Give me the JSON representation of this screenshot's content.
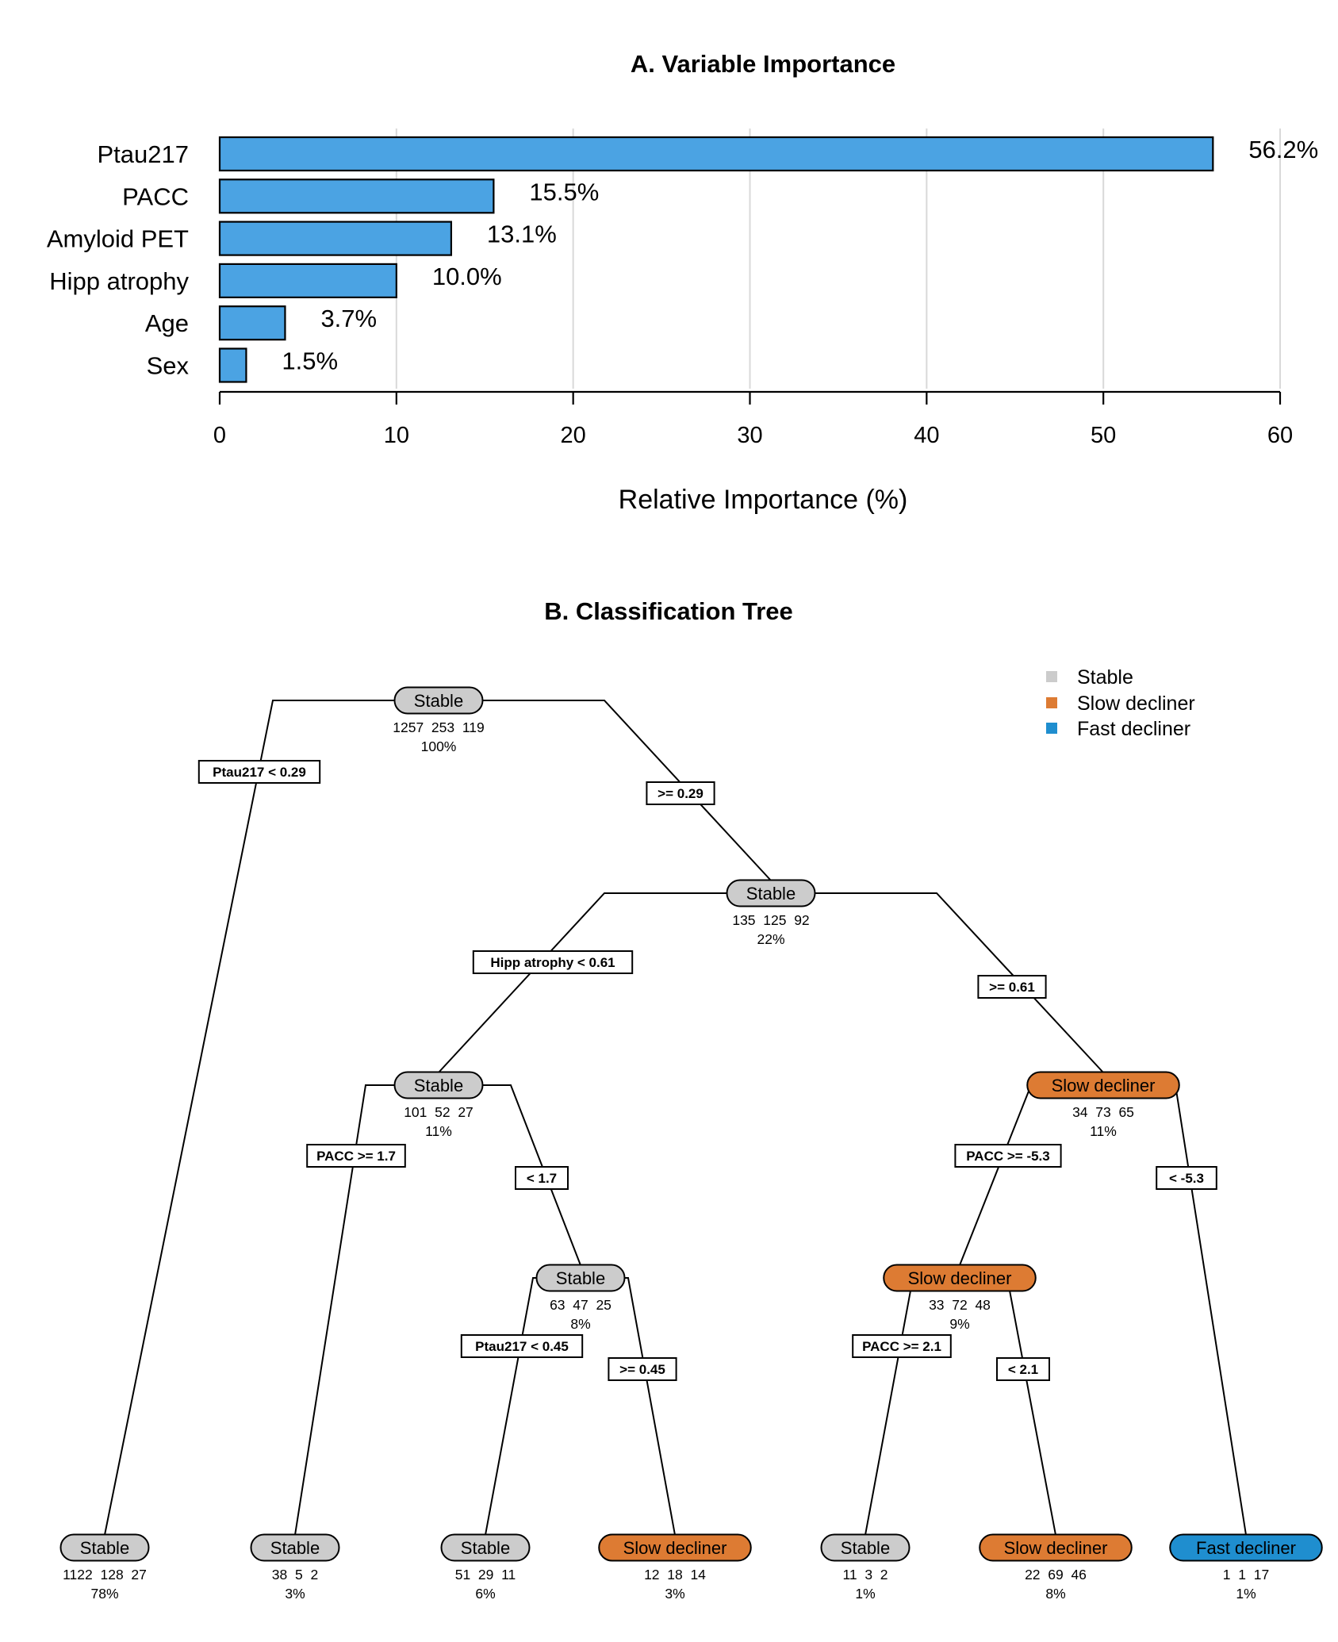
{
  "colors": {
    "bar_fill": "#4ba3e3",
    "stable": "#cccccc",
    "slow_decliner": "#dd7b33",
    "fast_decliner": "#1f8ecf",
    "grid": "#d9d9d9"
  },
  "chart_data": [
    {
      "type": "bar",
      "orientation": "horizontal",
      "title": "A. Variable Importance",
      "xlabel": "Relative Importance (%)",
      "ylabel": "",
      "xlim": [
        0,
        60
      ],
      "xticks": [
        0,
        10,
        20,
        30,
        40,
        50,
        60
      ],
      "grid": true,
      "categories": [
        "Ptau217",
        "PACC",
        "Amyloid PET",
        "Hipp atrophy",
        "Age",
        "Sex"
      ],
      "values": [
        56.2,
        15.5,
        13.1,
        10.0,
        3.7,
        1.5
      ],
      "data_labels": [
        "56.2%",
        "15.5%",
        "13.1%",
        "10.0%",
        "3.7%",
        "1.5%"
      ]
    },
    {
      "type": "tree",
      "title": "B. Classification Tree",
      "legend": {
        "placement": "top-right",
        "entries": [
          {
            "label": "Stable",
            "class": "stable"
          },
          {
            "label": "Slow decliner",
            "class": "slow_decliner"
          },
          {
            "label": "Fast decliner",
            "class": "fast_decliner"
          }
        ]
      },
      "nodes": [
        {
          "id": "n1",
          "label": "Stable",
          "class": "stable",
          "counts": "1257  253  119",
          "pct": "100%"
        },
        {
          "id": "n3",
          "label": "Stable",
          "class": "stable",
          "counts": "135  125  92",
          "pct": "22%"
        },
        {
          "id": "n6",
          "label": "Stable",
          "class": "stable",
          "counts": "101  52  27",
          "pct": "11%"
        },
        {
          "id": "n7",
          "label": "Slow decliner",
          "class": "slow_decliner",
          "counts": "34  73  65",
          "pct": "11%"
        },
        {
          "id": "n13",
          "label": "Stable",
          "class": "stable",
          "counts": "63  47  25",
          "pct": "8%"
        },
        {
          "id": "n14",
          "label": "Slow decliner",
          "class": "slow_decliner",
          "counts": "33  72  48",
          "pct": "9%"
        },
        {
          "id": "leaf1",
          "label": "Stable",
          "class": "stable",
          "counts": "1122  128  27",
          "pct": "78%"
        },
        {
          "id": "leaf2",
          "label": "Stable",
          "class": "stable",
          "counts": "38  5  2",
          "pct": "3%"
        },
        {
          "id": "leaf3",
          "label": "Stable",
          "class": "stable",
          "counts": "51  29  11",
          "pct": "6%"
        },
        {
          "id": "leaf4",
          "label": "Slow decliner",
          "class": "slow_decliner",
          "counts": "12  18  14",
          "pct": "3%"
        },
        {
          "id": "leaf5",
          "label": "Stable",
          "class": "stable",
          "counts": "11  3  2",
          "pct": "1%"
        },
        {
          "id": "leaf6",
          "label": "Slow decliner",
          "class": "slow_decliner",
          "counts": "22  69  46",
          "pct": "8%"
        },
        {
          "id": "leaf7",
          "label": "Fast decliner",
          "class": "fast_decliner",
          "counts": "1  1  17",
          "pct": "1%"
        }
      ],
      "splits": [
        {
          "id": "s1l",
          "text": "Ptau217 < 0.29"
        },
        {
          "id": "s1r",
          "text": ">= 0.29"
        },
        {
          "id": "s3l",
          "text": "Hipp atrophy < 0.61"
        },
        {
          "id": "s3r",
          "text": ">= 0.61"
        },
        {
          "id": "s6l",
          "text": "PACC >= 1.7"
        },
        {
          "id": "s6r",
          "text": "< 1.7"
        },
        {
          "id": "s7l",
          "text": "PACC >= -5.3"
        },
        {
          "id": "s7r",
          "text": "< -5.3"
        },
        {
          "id": "s13l",
          "text": "Ptau217 < 0.45"
        },
        {
          "id": "s13r",
          "text": ">= 0.45"
        },
        {
          "id": "s14l",
          "text": "PACC >= 2.1"
        },
        {
          "id": "s14r",
          "text": "< 2.1"
        }
      ]
    }
  ]
}
